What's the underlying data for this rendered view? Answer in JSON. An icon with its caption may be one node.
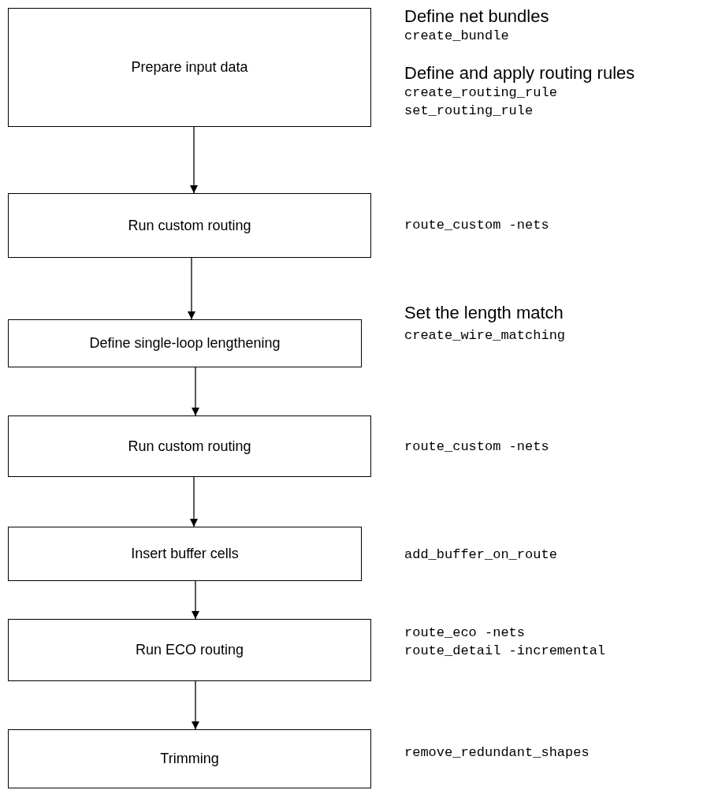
{
  "diagram": {
    "nodes": [
      {
        "text": [
          "Prepare input data"
        ],
        "beside": [
          "Define net bundles",
          "create_bundle",
          "Define and apply routing rules",
          "create_routing_rule",
          "set_routing_rule"
        ]
      },
      {
        "text": [
          "Run custom routing"
        ],
        "beside": [
          "route_custom -nets"
        ]
      },
      {
        "text": [
          "Define single-loop lengthening"
        ],
        "beside": [
          "Set the length match",
          "create_wire_matching"
        ]
      },
      {
        "text": [
          "Run custom routing"
        ],
        "beside": [
          "route_custom -nets"
        ]
      },
      {
        "text": [
          "Insert buffer cells"
        ],
        "beside": [
          "add_buffer_on_route"
        ]
      },
      {
        "text": [
          "Run ECO routing"
        ],
        "beside": [
          "route_eco -nets",
          "route_detail -incremental"
        ]
      },
      {
        "text": [
          "Trimming"
        ],
        "beside": [
          "remove_redundant_shapes"
        ]
      }
    ],
    "edges": [
      {
        "from": 0,
        "to": 1,
        "arrow": "to"
      },
      {
        "from": 1,
        "to": 2,
        "arrow": "to"
      },
      {
        "from": 2,
        "to": 3,
        "arrow": "to"
      },
      {
        "from": 3,
        "to": 4,
        "arrow": "to"
      },
      {
        "from": 4,
        "to": 5,
        "arrow": "to"
      },
      {
        "from": 5,
        "to": 6,
        "arrow": "to"
      }
    ]
  }
}
